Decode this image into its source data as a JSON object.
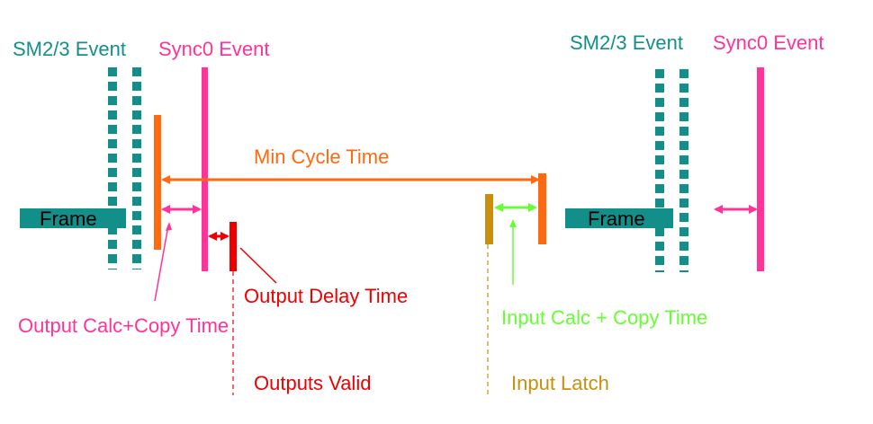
{
  "labels": {
    "sm_event_left": "SM2/3 Event",
    "sync0_left": "Sync0 Event",
    "sm_event_right": "SM2/3 Event",
    "sync0_right": "Sync0 Event",
    "min_cycle_time": "Min Cycle Time",
    "frame_left": "Frame",
    "frame_right": "Frame",
    "output_delay_time": "Output Delay Time",
    "output_calc_copy": "Output Calc+Copy Time",
    "input_calc_copy": "Input Calc + Copy Time",
    "outputs_valid": "Outputs Valid",
    "input_latch": "Input Latch"
  },
  "colors": {
    "sm_event": "#138f8a",
    "sync0": "#ff3399",
    "min_cycle": "#ff6a10",
    "output_delay": "#ee0000",
    "input_calc": "#66ff33",
    "input_latch": "#c8900e",
    "frame": "#138f8a"
  }
}
